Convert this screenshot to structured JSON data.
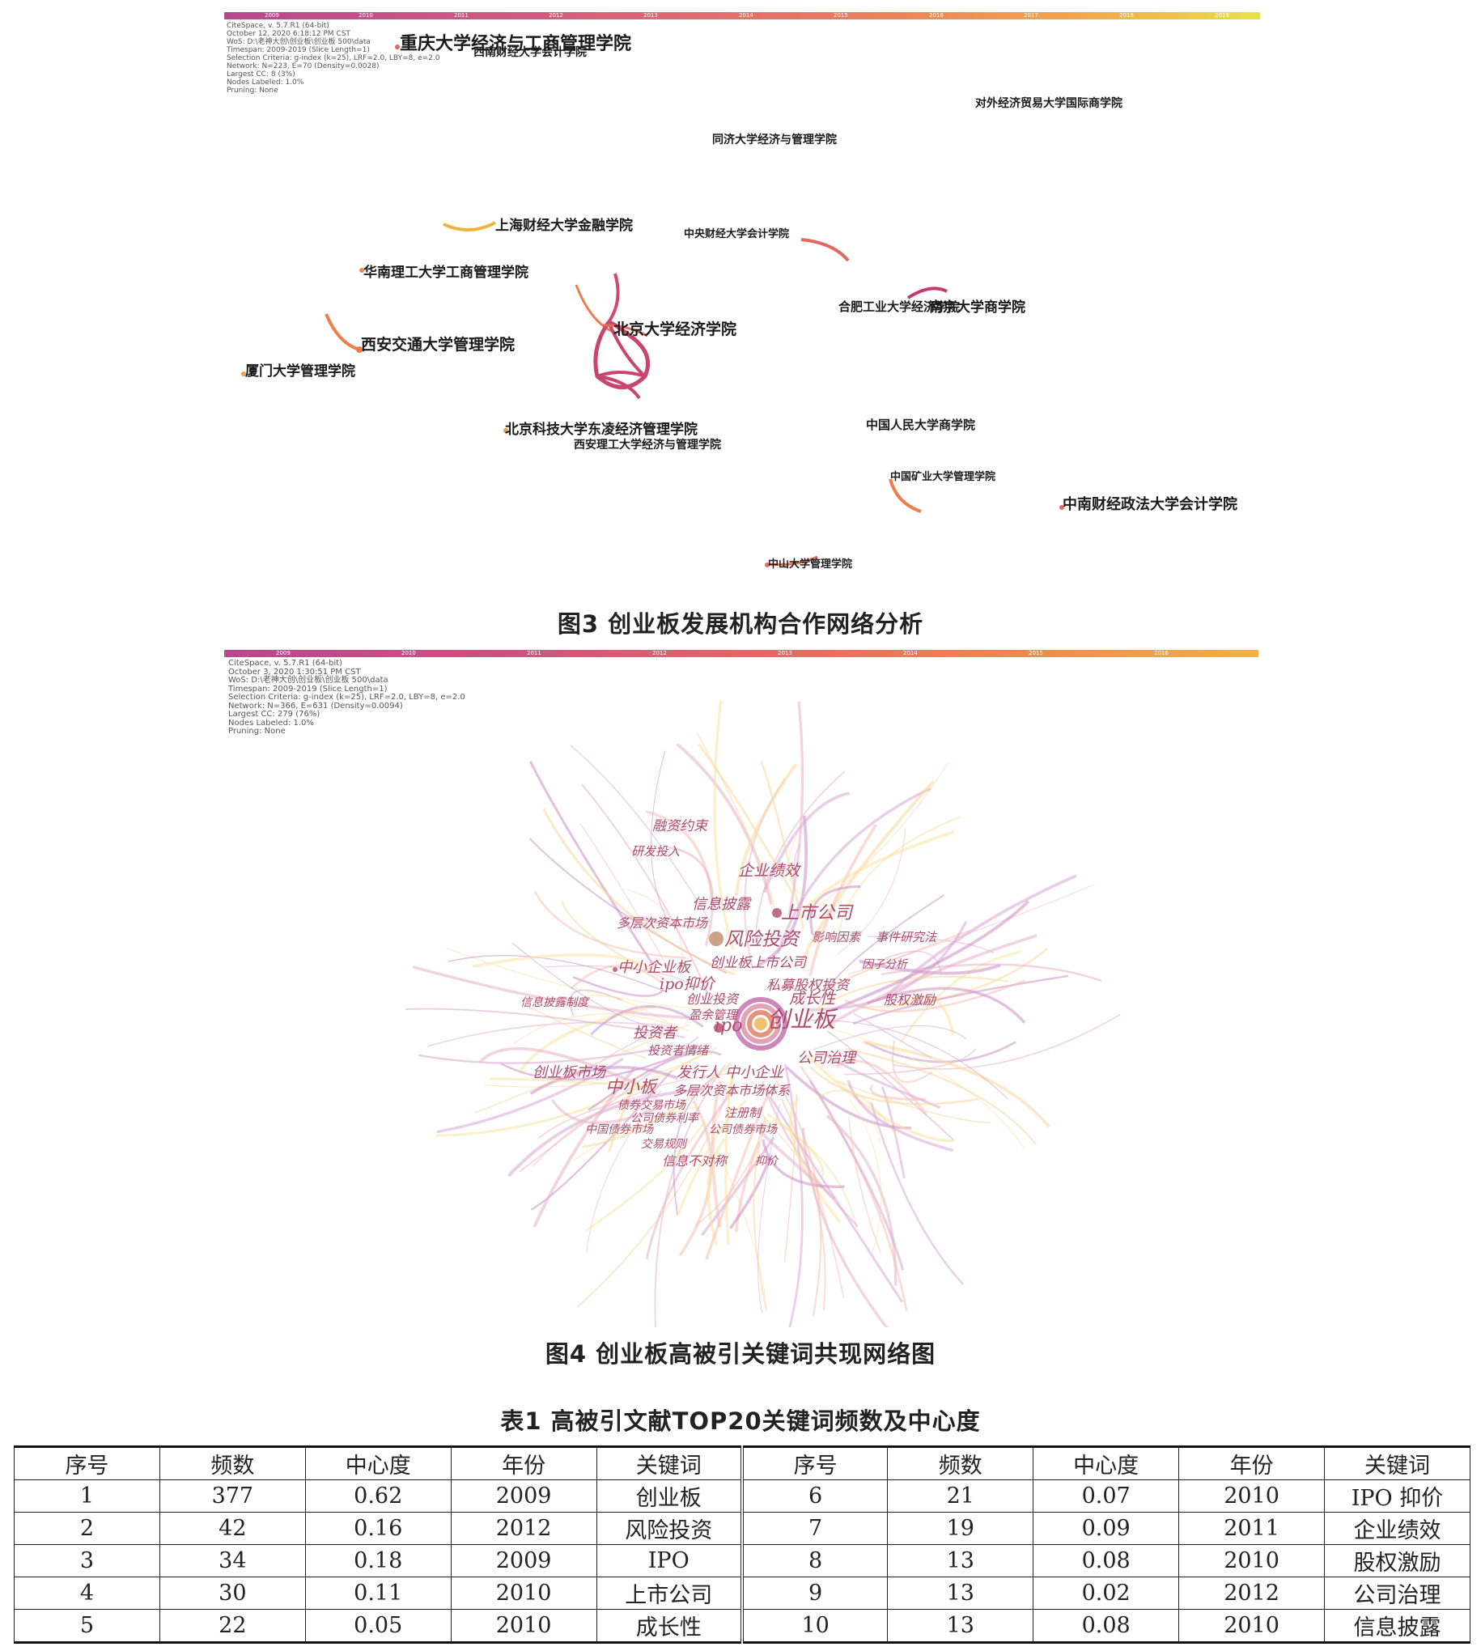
{
  "fig3": {
    "timebar_years": [
      "2009",
      "2010",
      "2011",
      "2012",
      "2013",
      "2014",
      "2015",
      "2016",
      "2017",
      "2018",
      "2019"
    ],
    "meta": "CiteSpace, v. 5.7.R1 (64-bit)\nOctober 12, 2020 6:18:12 PM CST\nWoS: D:\\老神大创\\创业板\\创业板 500\\data\nTimespan: 2009-2019 (Slice Length=1)\nSelection Criteria: g-index (k=25), LRF=2.0, LBY=8, e=2.0\nNetwork: N=223, E=70 (Density=0.0028)\nLargest CC: 8 (3%)\nNodes Labeled: 1.0%\nPruning: None",
    "labels": [
      "重庆大学经济与工商管理学院",
      "西南财经大学会计学院",
      "对外经济贸易大学国际商学院",
      "同济大学经济与管理学院",
      "上海财经大学金融学院",
      "中央财经大学会计学院",
      "华南理工大学工商管理学院",
      "合肥工业大学经济学院",
      "南京大学商学院",
      "北京大学经济学院",
      "西安交通大学管理学院",
      "厦门大学管理学院",
      "北京科技大学东凌经济管理学院",
      "西安理工大学经济与管理学院",
      "中国人民大学商学院",
      "中国矿业大学管理学院",
      "中南财经政法大学会计学院",
      "中山大学管理学院"
    ],
    "caption": "图3  创业板发展机构合作网络分析"
  },
  "fig4": {
    "timebar_years": [
      "2009",
      "2010",
      "2011",
      "2012",
      "2013",
      "2014",
      "2015",
      "2016"
    ],
    "meta": "CiteSpace, v. 5.7.R1 (64-bit)\nOctober 3, 2020 1:30:51 PM CST\nWoS: D:\\老神大创\\创业板\\创业板 500\\data\nTimespan: 2009-2019 (Slice Length=1)\nSelection Criteria: g-index (k=25), LRF=2.0, LBY=8, e=2.0\nNetwork: N=366, E=631 (Density=0.0094)\nLargest CC: 279 (76%)\nNodes Labeled: 1.0%\nPruning: None",
    "keywords": [
      "融资约束",
      "研发投入",
      "企业绩效",
      "信息披露",
      "上市公司",
      "多层次资本市场",
      "风险投资",
      "影响因素",
      "事件研究法",
      "中小企业板",
      "创业板上市公司",
      "因子分析",
      "ipo抑价",
      "私募股权投资",
      "创业投资",
      "成长性",
      "股权激励",
      "信息披露制度",
      "盈余管理",
      "创业板",
      "ipo",
      "投资者",
      "投资者情绪",
      "公司治理",
      "创业板市场",
      "发行人",
      "中小企业",
      "中小板",
      "多层次资本市场体系",
      "债券交易市场",
      "公司债券利率",
      "注册制",
      "中国债券市场",
      "公司债券市场",
      "交易规则",
      "信息不对称",
      "抑价"
    ],
    "caption": "图4  创业板高被引关键词共现网络图"
  },
  "table": {
    "caption": "表1  高被引文献TOP20关键词频数及中心度",
    "headers": [
      "序号",
      "频数",
      "中心度",
      "年份",
      "关键词",
      "序号",
      "频数",
      "中心度",
      "年份",
      "关键词"
    ],
    "rows": [
      [
        "1",
        "377",
        "0.62",
        "2009",
        "创业板",
        "6",
        "21",
        "0.07",
        "2010",
        "IPO 抑价"
      ],
      [
        "2",
        "42",
        "0.16",
        "2012",
        "风险投资",
        "7",
        "19",
        "0.09",
        "2011",
        "企业绩效"
      ],
      [
        "3",
        "34",
        "0.18",
        "2009",
        "IPO",
        "8",
        "13",
        "0.08",
        "2010",
        "股权激励"
      ],
      [
        "4",
        "30",
        "0.11",
        "2010",
        "上市公司",
        "9",
        "13",
        "0.02",
        "2012",
        "公司治理"
      ],
      [
        "5",
        "22",
        "0.05",
        "2010",
        "成长性",
        "10",
        "13",
        "0.08",
        "2010",
        "信息披露"
      ]
    ]
  }
}
